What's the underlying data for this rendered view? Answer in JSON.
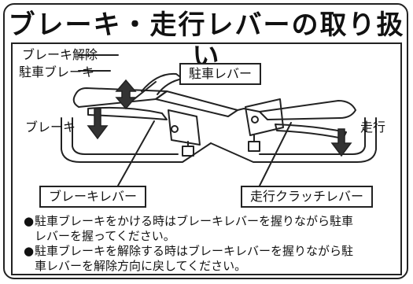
{
  "title": "ブレーキ・走行レバーの取り扱い",
  "labels": {
    "brake_release": "ブレーキ解除",
    "parking_brake": "駐車ブレーキ",
    "brake": "ブレーキ",
    "parking_lever": "駐車レバー",
    "travel": "走行",
    "brake_lever": "ブレーキレバー",
    "travel_clutch_lever": "走行クラッチレバー"
  },
  "notes": [
    {
      "bullet": "●",
      "lines": [
        "駐車ブレーキをかける時はブレーキレバーを握りながら駐車",
        "レバーを握ってください。"
      ]
    },
    {
      "bullet": "●",
      "lines": [
        "駐車ブレーキを解除する時はブレーキレバーを握りながら駐",
        "車レバーを解除方向に戻してください。"
      ]
    }
  ]
}
